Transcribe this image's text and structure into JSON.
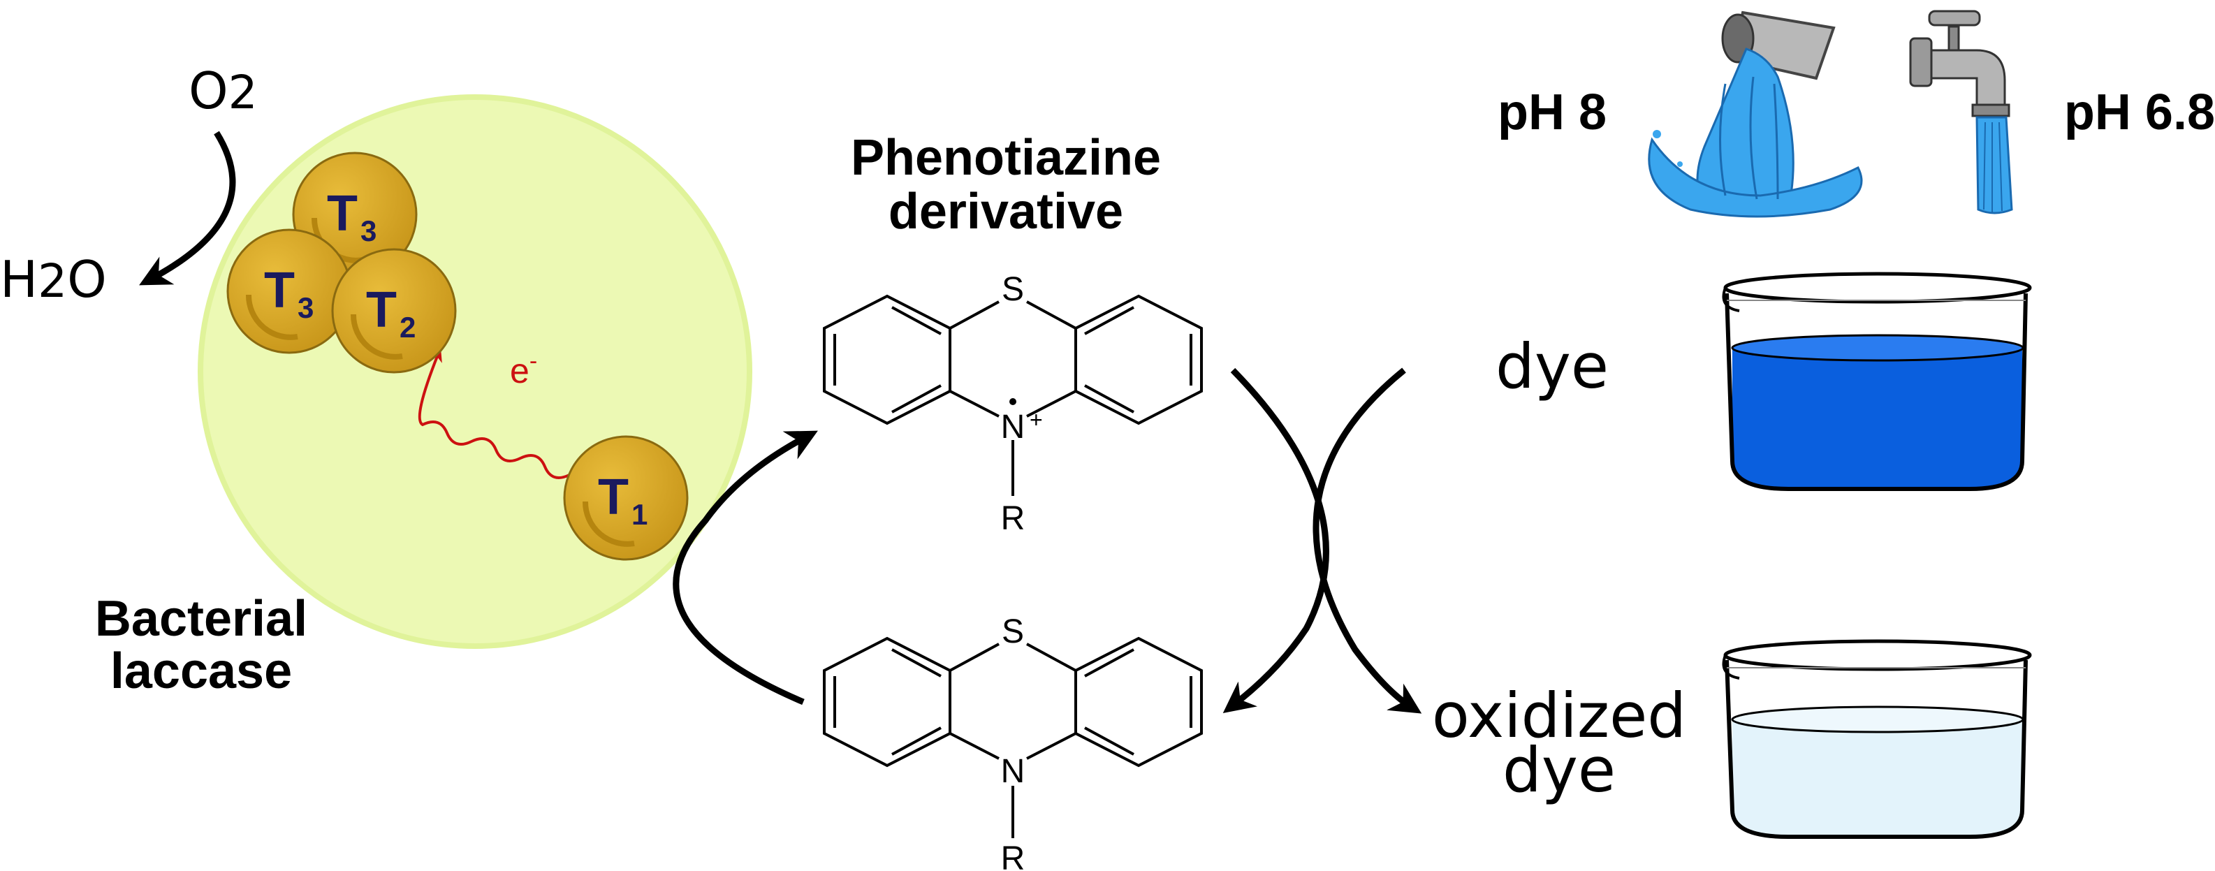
{
  "enzyme": {
    "label_line1": "Bacterial",
    "label_line2": "laccase",
    "copper_sites": [
      {
        "main": "T",
        "sub": "3"
      },
      {
        "main": "T",
        "sub": "3"
      },
      {
        "main": "T",
        "sub": "2"
      },
      {
        "main": "T",
        "sub": "1"
      }
    ],
    "electron_label": "e",
    "electron_charge": "-",
    "colors": {
      "enzyme_fill": "#ecf9b4",
      "enzyme_stroke": "#e0f39a",
      "copper_fill": "#d4a41e",
      "copper_text": "#1a1a5e",
      "electron": "#cc1111"
    }
  },
  "oxygen": {
    "reactant_main": "O",
    "reactant_sub": "2",
    "product_pre": "H",
    "product_sub": "2",
    "product_post": "O"
  },
  "mediator": {
    "title_line1": "Phenotiazine",
    "title_line2": "derivative",
    "oxidized_atoms": {
      "s": "S",
      "n": "N",
      "charge": "+",
      "r": "R"
    },
    "reduced_atoms": {
      "s": "S",
      "n": "N",
      "r": "R"
    }
  },
  "dye": {
    "dye_label": "dye",
    "oxidized_line1": "oxidized",
    "oxidized_line2": "dye",
    "colors": {
      "dye": "#0a5fde",
      "oxidized_dye": "#e3f3fb"
    }
  },
  "conditions": {
    "ph_left": "pH 8",
    "ph_right": "pH 6.8",
    "colors": {
      "water": "#3aa6ee",
      "faucet": "#a0a0a0"
    }
  }
}
